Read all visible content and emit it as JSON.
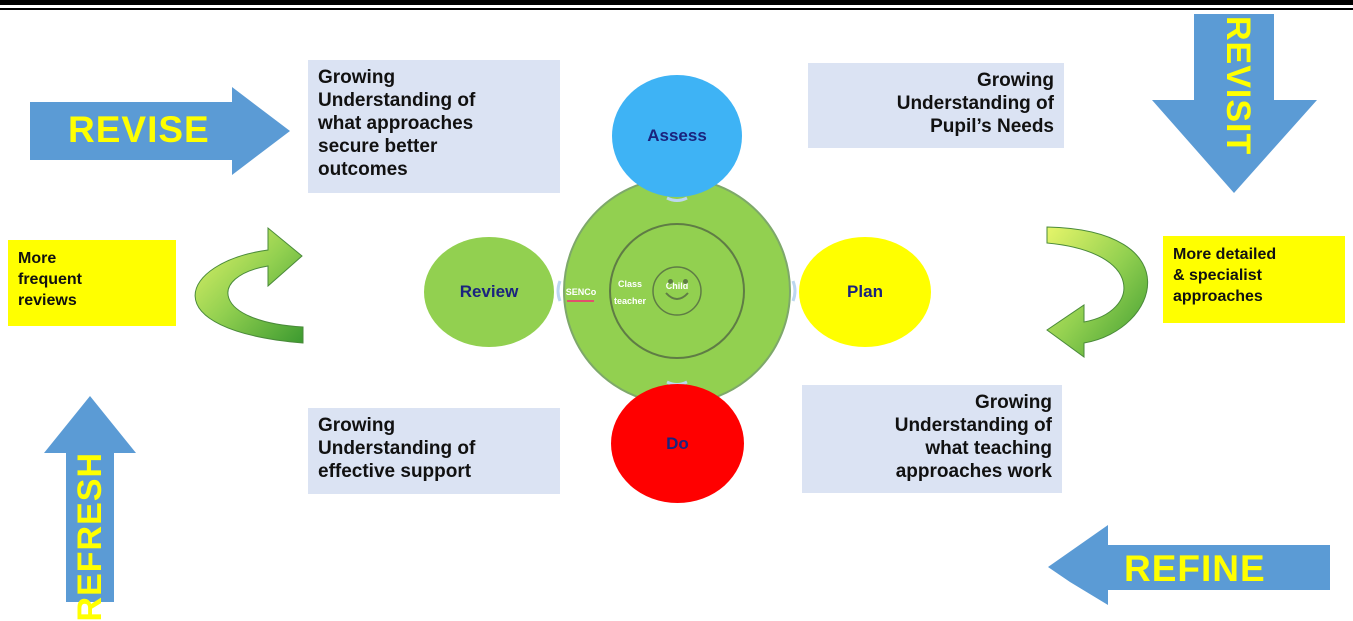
{
  "arrows": {
    "revise": "REVISE",
    "revisit": "REVISIT",
    "refresh": "REFRESH",
    "refine": "REFINE"
  },
  "boxes": {
    "top_left": [
      "Growing",
      "Understanding of",
      "what approaches",
      "secure better",
      "outcomes"
    ],
    "top_right": [
      "Growing",
      "Understanding of",
      "Pupil’s Needs"
    ],
    "bottom_left": [
      "Growing",
      "Understanding of",
      "effective support"
    ],
    "bottom_right": [
      "Growing",
      "Understanding of",
      "what teaching",
      "approaches work"
    ]
  },
  "yellow_boxes": {
    "left": [
      "More",
      "frequent",
      "reviews"
    ],
    "right": [
      "More detailed",
      "& specialist",
      "approaches"
    ]
  },
  "nodes": {
    "assess": "Assess",
    "plan": "Plan",
    "do": "Do",
    "review": "Review"
  },
  "center": {
    "outer": "SENCo",
    "middle_line1": "Class",
    "middle_line2": "teacher",
    "inner": "Child"
  },
  "colors": {
    "arrow_blue": "#5b9bd5",
    "arrow_text": "#ffff00",
    "box_bg": "#dbe3f3",
    "yellow_box": "#ffff00",
    "assess": "#3eb3f5",
    "plan": "#ffff00",
    "do": "#ff0000",
    "review": "#92d050",
    "center": "#92d050",
    "node_text": "#1a237e"
  }
}
